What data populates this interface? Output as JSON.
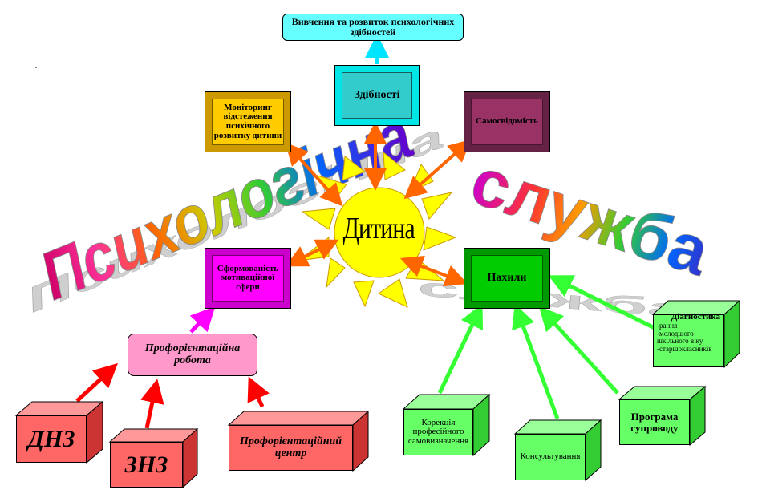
{
  "nodes": {
    "top_goal": "Вивчення та розвиток психологічних  здібностей",
    "abilities": "Здібності",
    "monitoring": "Моніторинг відстеження психічного розвитку дитини",
    "self_awareness": "Самосвідомість",
    "center": "Дитина",
    "motivation": "Сформованість мотиваційної сфери",
    "inclinations": "Нахили",
    "career_guidance": "Профорієнтаційна робота",
    "dnz": "ДНЗ",
    "znz": "ЗНЗ",
    "career_center": "Профорієнтаційний центр",
    "correction": "Корекція професійного самовизначення",
    "consulting": "Консультування",
    "support_program": "Програма супроводу",
    "diagnostics_title": "Діагностика",
    "diagnostics_items": [
      "-рання",
      "-молодшого",
      " шкільного віку",
      "-старшокласників"
    ]
  },
  "word_art": {
    "left_word": "Психологічна",
    "right_word": "служба"
  },
  "colors": {
    "cyan": "#66ffff",
    "gold": "#ffcc00",
    "plum": "#993366",
    "magenta": "#ff00ff",
    "green": "#00cc00",
    "pink": "#ff99cc",
    "salmon": "#ff6666",
    "light_green": "#66ff66",
    "sun": "#ffff00",
    "arrow_orange": "#ff6600",
    "arrow_red": "#ff0000",
    "arrow_green": "#33ff33"
  }
}
